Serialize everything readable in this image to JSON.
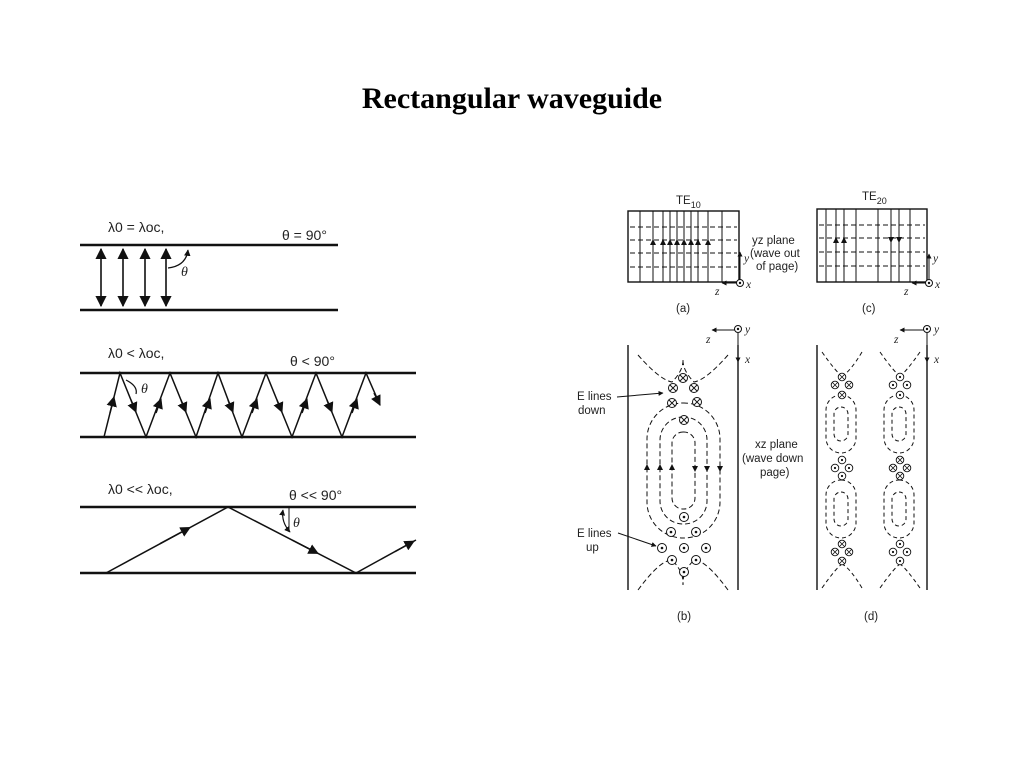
{
  "slide": {
    "title": "Rectangular waveguide"
  },
  "left_panels": [
    {
      "condition": "λ0 = λoc,",
      "angle": "θ = 90°",
      "theta_symbol": "θ"
    },
    {
      "condition": "λ0 < λoc,",
      "angle": "θ < 90°",
      "theta_symbol": "θ"
    },
    {
      "condition": "λ0 << λoc,",
      "angle": "θ << 90°",
      "theta_symbol": "θ"
    }
  ],
  "right_figure": {
    "mode_a": "TE",
    "mode_a_sub": "10",
    "mode_c": "TE",
    "mode_c_sub": "20",
    "yz_plane_label": [
      "yz plane",
      "(wave out",
      "of page)"
    ],
    "xz_plane_label": [
      "xz plane",
      "(wave down",
      "page)"
    ],
    "e_lines_down": [
      "E lines",
      "down"
    ],
    "e_lines_up": [
      "E lines",
      "up"
    ],
    "panel_labels": [
      "(a)",
      "(b)",
      "(c)",
      "(d)"
    ],
    "axis_labels": {
      "x": "x",
      "y": "y",
      "z": "z"
    }
  }
}
